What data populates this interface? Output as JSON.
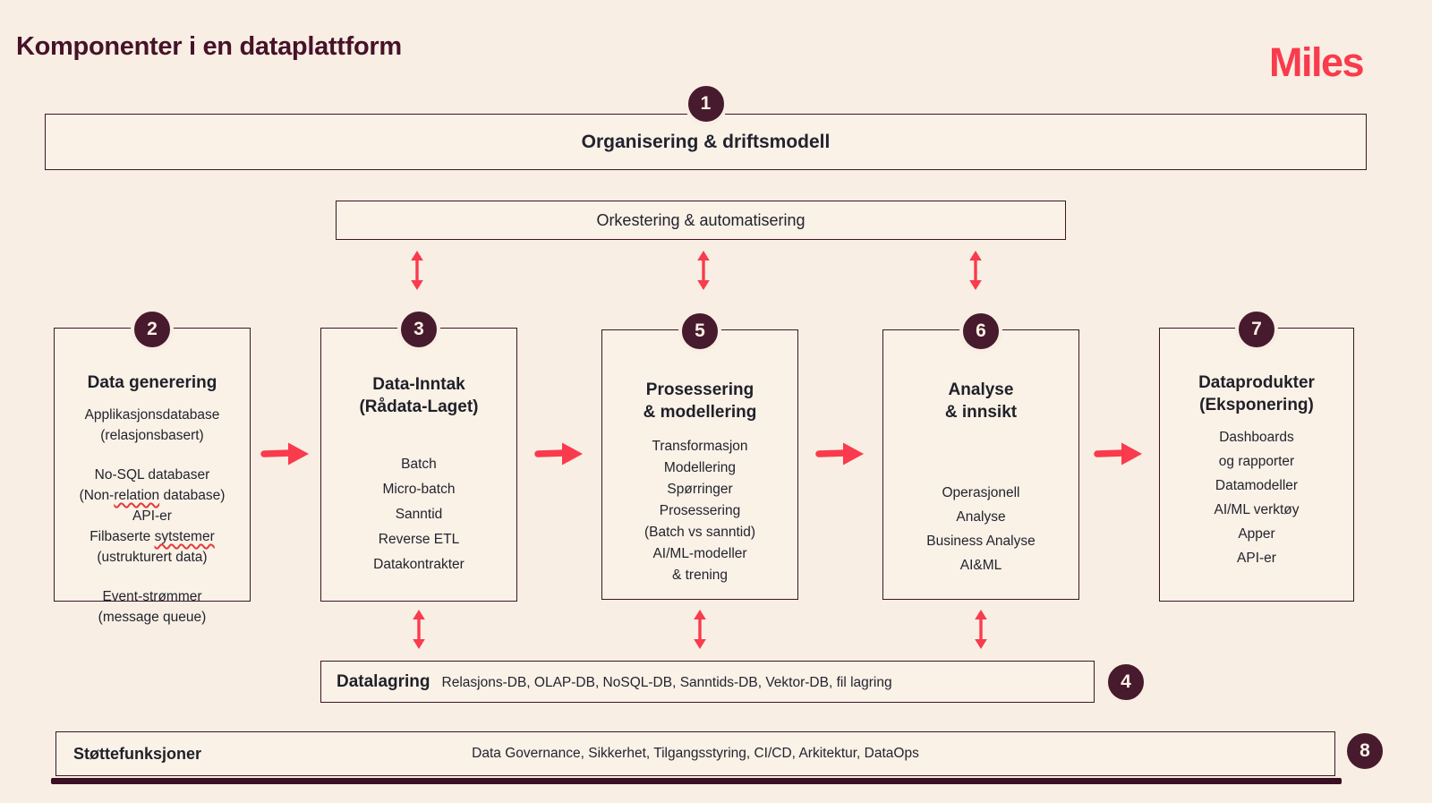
{
  "header": {
    "title": "Komponenter i en dataplattform",
    "logo": "Miles"
  },
  "org": {
    "badge": "1",
    "title": "Organisering & driftsmodell"
  },
  "orch": {
    "title": "Orkestering & automatisering"
  },
  "cols": {
    "gen": {
      "badge": "2",
      "title": "Data generering",
      "l1": "Applikasjonsdatabase",
      "l2": "(relasjonsbasert)",
      "l3": "No-SQL databaser",
      "l4a": "(Non-",
      "l4b": "relation",
      "l4c": " database)",
      "l5": "API-er",
      "l6a": "Filbaserte ",
      "l6b": "sytstemer",
      "l7": "(ustrukturert data)",
      "l8": "Event-strømmer",
      "l9": "(message queue)"
    },
    "inntak": {
      "badge": "3",
      "t1": "Data-Inntak",
      "t2": "(Rådata-Laget)",
      "items": [
        "Batch",
        "Micro-batch",
        "Sanntid",
        "Reverse ETL",
        "Datakontrakter"
      ]
    },
    "pros": {
      "badge": "5",
      "t1": "Prosessering",
      "t2": "& modellering",
      "items": [
        "Transformasjon",
        "Modellering",
        "Spørringer",
        "Prosessering",
        "(Batch vs sanntid)",
        "AI/ML-modeller",
        "& trening"
      ]
    },
    "analyse": {
      "badge": "6",
      "t1": "Analyse",
      "t2": "& innsikt",
      "items": [
        "Operasjonell",
        "Analyse",
        "Business Analyse",
        "AI&ML"
      ]
    },
    "produkter": {
      "badge": "7",
      "t1": "Dataprodukter",
      "t2": "(Eksponering)",
      "items": [
        "Dashboards",
        "og rapporter",
        "Datamodeller",
        "AI/ML verktøy",
        "Apper",
        "API-er"
      ]
    }
  },
  "storage": {
    "badge": "4",
    "label": "Datalagring",
    "detail": "Relasjons-DB, OLAP-DB, NoSQL-DB, Sanntids-DB, Vektor-DB, fil lagring"
  },
  "support": {
    "badge": "8",
    "label": "Støttefunksjoner",
    "detail": "Data Governance, Sikkerhet, Tilgangsstyring, CI/CD, Arkitektur, DataOps"
  },
  "colors": {
    "background": "#F8EEE3",
    "box_fill": "#FAF1E7",
    "border": "#3F1526",
    "badge": "#471A2D",
    "ink": "#23242E",
    "title": "#46122A",
    "red": "#F93B4D"
  }
}
